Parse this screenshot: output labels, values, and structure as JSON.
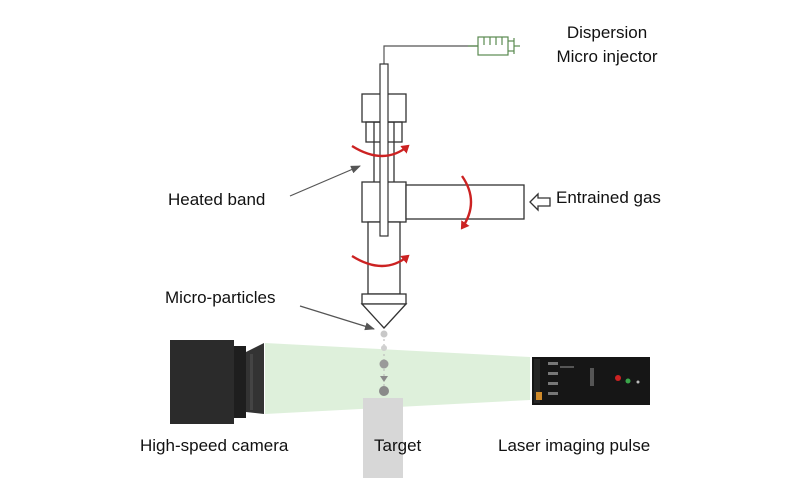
{
  "labels": {
    "injector_line1": "Dispersion",
    "injector_line2": "Micro injector",
    "heated_band": "Heated band",
    "entrained_gas": "Entrained gas",
    "micro_particles": "Micro-particles",
    "camera": "High-speed camera",
    "target": "Target",
    "laser": "Laser imaging pulse"
  },
  "colors": {
    "outline": "#333333",
    "heated_arrow": "#cc2222",
    "beam": "#dcefd9",
    "syringe": "#5a8a50",
    "camera_body": "#2b2b2b",
    "target": "#d7d7d7",
    "particle": "#8a8a8a",
    "laser_body": "#161616"
  }
}
